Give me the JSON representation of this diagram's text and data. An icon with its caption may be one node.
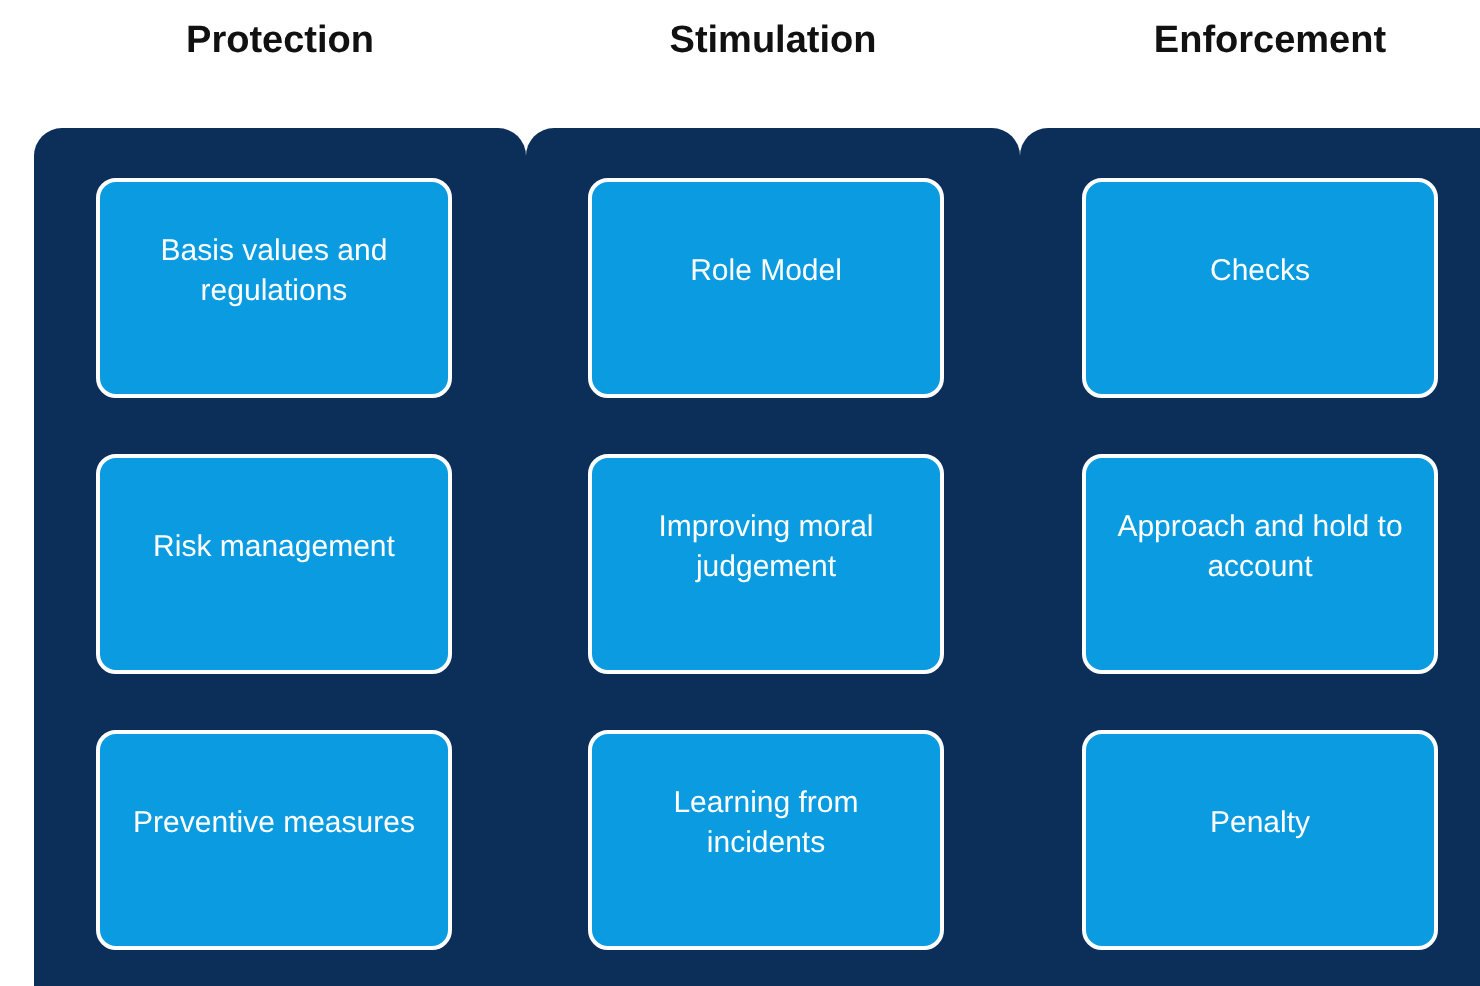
{
  "diagram": {
    "nodes": [
      {
        "text": [
          "Protection"
        ]
      },
      {
        "text": [
          "Basis values and regulations"
        ],
        "in": 0
      },
      {
        "text": [
          "Risk management"
        ],
        "in": 0
      },
      {
        "text": [
          "Preventive measures"
        ],
        "in": 0
      },
      {
        "text": [
          "Stimulation"
        ]
      },
      {
        "text": [
          "Role Model"
        ],
        "in": 4
      },
      {
        "text": [
          "Improving moral judgement"
        ],
        "in": 4
      },
      {
        "text": [
          "Learning from incidents"
        ],
        "in": 4
      },
      {
        "text": [
          "Enforcement"
        ]
      },
      {
        "text": [
          "Checks"
        ],
        "in": 8
      },
      {
        "text": [
          "Approach and hold to account"
        ],
        "in": 8
      },
      {
        "text": [
          "Penalty"
        ],
        "in": 8
      }
    ]
  }
}
